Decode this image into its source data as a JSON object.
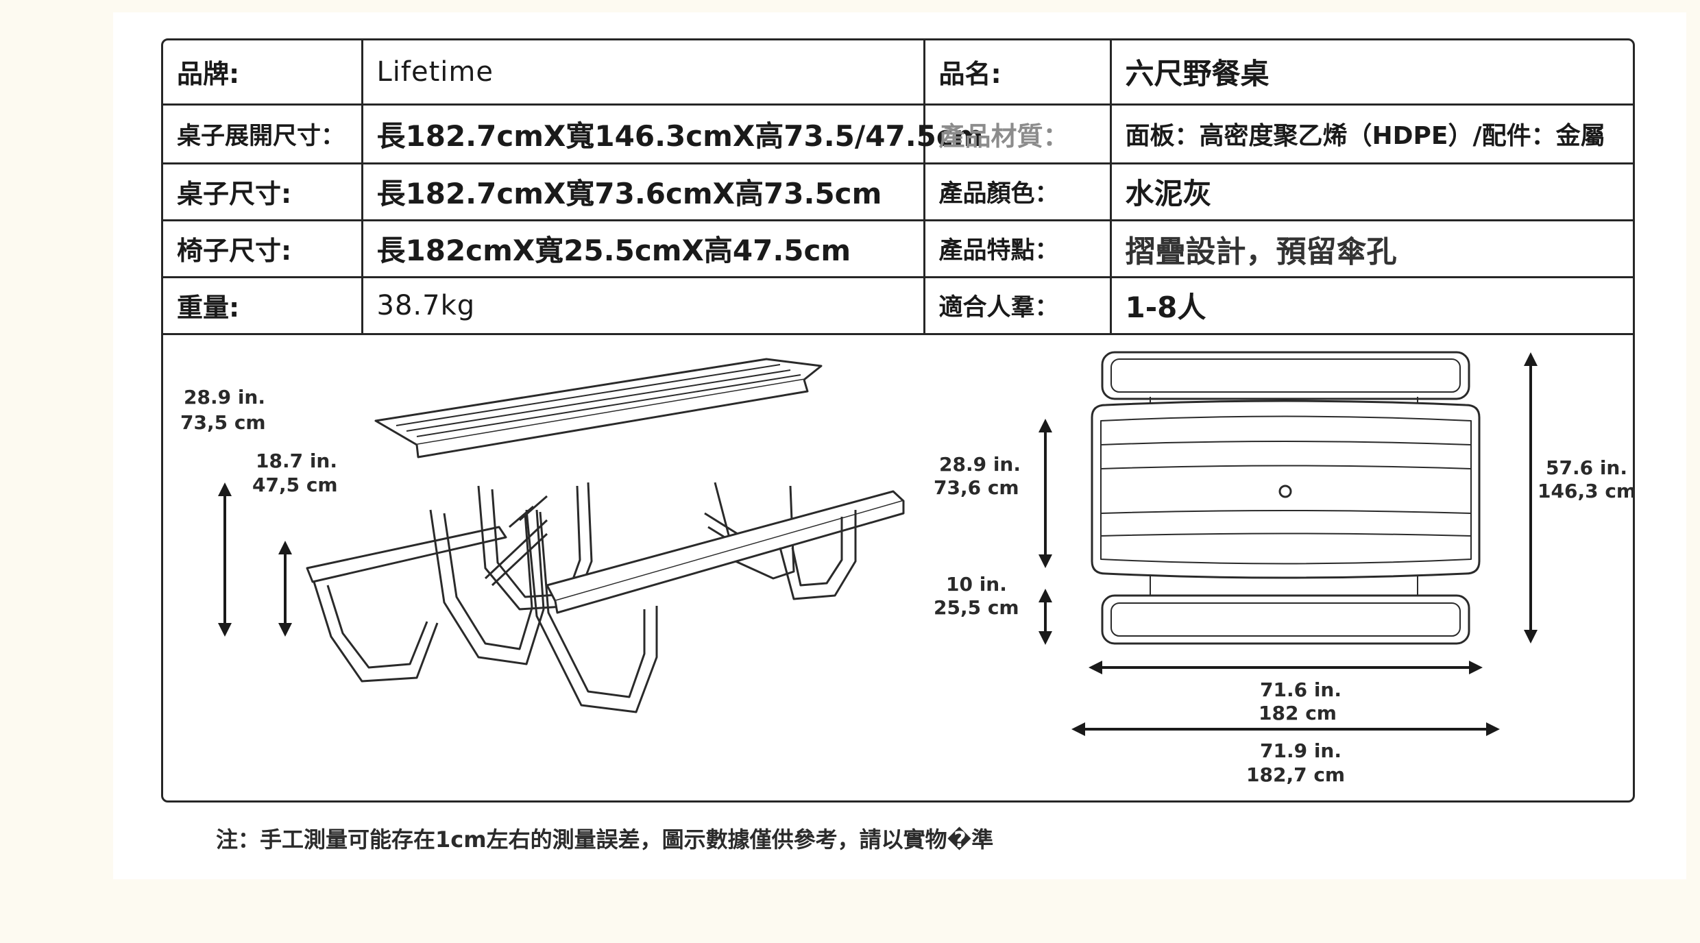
{
  "specs": [
    {
      "label1": "品牌:",
      "value1": "Lifetime",
      "label2": "品名:",
      "value2": "六尺野餐桌"
    },
    {
      "label1": "桌子展開尺寸：",
      "value1": "長182.7cmX寬146.3cmX高73.5/47.5cm",
      "label2": "產品材質：",
      "value2": "面板：高密度聚乙烯（HDPE）/配件：金屬"
    },
    {
      "label1": "桌子尺寸:",
      "value1": "長182.7cmX寬73.6cmX高73.5cm",
      "label2": "產品顏色：",
      "value2": "水泥灰"
    },
    {
      "label1": "椅子尺寸:",
      "value1": "長182cmX寬25.5cmX高47.5cm",
      "label2": "產品特點：",
      "value2": "摺疊設計，預留傘孔"
    },
    {
      "label1": "重量:",
      "value1": "38.7kg",
      "label2": "適合人羣：",
      "value2": "1-8人"
    }
  ],
  "dimensions": {
    "side_height_in": "28.9 in.",
    "side_height_cm": "73,5 cm",
    "bench_height_in": "18.7 in.",
    "bench_height_cm": "47,5 cm",
    "top_depth_in": "28.9 in.",
    "top_depth_cm": "73,6 cm",
    "bench_depth_in": "10 in.",
    "bench_depth_cm": "25,5 cm",
    "total_width_in": "57.6 in.",
    "total_width_cm": "146,3 cm",
    "bench_length_in": "71.6 in.",
    "bench_length_cm": "182 cm",
    "table_length_in": "71.9 in.",
    "table_length_cm": "182,7 cm"
  },
  "note": "注：手工測量可能存在1cm左右的測量誤差，圖示數據僅供參考，請以實物�準"
}
